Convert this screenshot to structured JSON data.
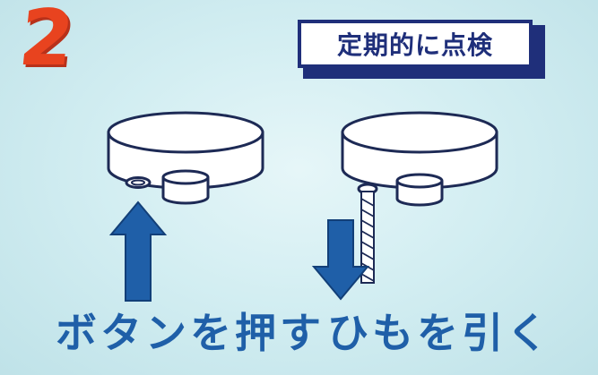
{
  "step": {
    "number": "2"
  },
  "badge": {
    "text": "定期的に点検"
  },
  "captions": {
    "push_button": "ボタンを押す",
    "pull_cord": "ひもを引く"
  },
  "colors": {
    "step_number": "#e8431f",
    "badge_border": "#1f2f7a",
    "caption": "#1f5fa8",
    "arrow": "#1f5fa8"
  },
  "icons": [
    "smoke-alarm-with-button-icon",
    "smoke-alarm-with-pull-cord-icon",
    "up-arrow-icon",
    "down-arrow-icon"
  ]
}
